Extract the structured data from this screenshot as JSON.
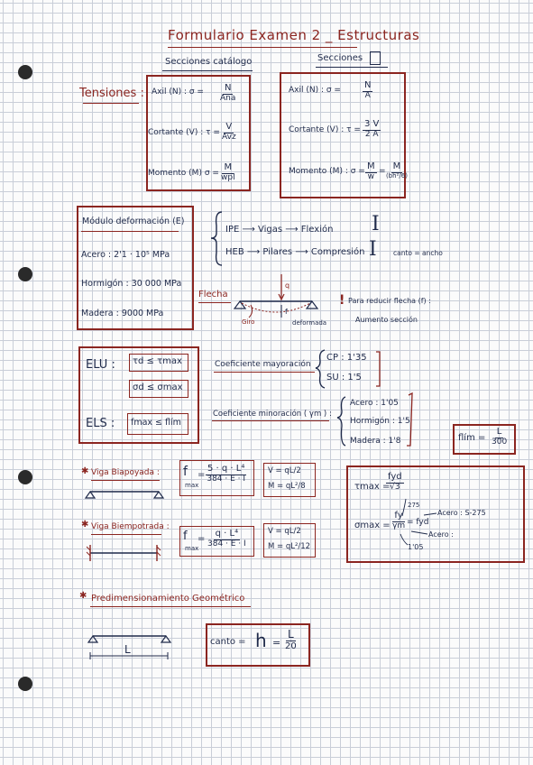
{
  "header": {
    "title": "Formulario Examen 2 _ Estructuras",
    "sub_left": "Secciones catálogo",
    "sub_right": "Secciones"
  },
  "tensiones": {
    "label": "Tensiones :",
    "catalog": {
      "axil": "Axil (N) : σ =",
      "axil_num": "N",
      "axil_den": "Ana",
      "cortante": "Cortante (V) : τ =",
      "cortante_num": "V",
      "cortante_den": "Avz",
      "momento": "Momento (M) σ =",
      "momento_num": "M",
      "momento_den": "wpl"
    },
    "rect": {
      "axil": "Axil (N) : σ =",
      "axil_num": "N",
      "axil_den": "A",
      "cortante": "Cortante (V) : τ =",
      "cortante_num": "3 V",
      "cortante_den": "2 A",
      "momento": "Momento (M) : σ =",
      "momento_num": "M",
      "momento_den": "w",
      "momento_eq": "=",
      "momento_num2": "M",
      "momento_den2": "(bh²/6)"
    }
  },
  "modulo": {
    "title": "Módulo deformación (E)",
    "acero": "Acero : 2'1 · 10⁵ MPa",
    "hormigon": "Hormigón : 30 000 MPa",
    "madera": "Madera : 9000 MPa"
  },
  "perfiles": {
    "ipe": "IPE ⟶ Vigas ⟶ Flexión",
    "heb": "HEB ⟶ Pilares ⟶ Compresión",
    "canto": "canto = ancho",
    "ipe_glyph": "I",
    "heb_glyph": "I"
  },
  "flecha": {
    "title": "Flecha",
    "q": "q",
    "giro": "Giro",
    "deformada": "deformada",
    "f": "f",
    "note1": "Para reducir flecha (f) :",
    "note2": "Aumento sección",
    "bang": "!"
  },
  "elu": {
    "elu_label": "ELU :",
    "elu_f1": "τd ≤ τmax",
    "elu_f2": "σd ≤ σmax",
    "els_label": "ELS :",
    "els_f": "fmax ≤ flím",
    "coef_may": "Coeficiente mayoración",
    "cp": "CP : 1'35",
    "su": "SU : 1'5",
    "coef_min": "Coeficiente minoración ( γm ) :",
    "acero": "Acero : 1'05",
    "hormigon": "Hormigón : 1'5",
    "madera": "Madera : 1'8",
    "flim_lhs": "flím =",
    "flim_num": "L",
    "flim_den": "300"
  },
  "vigas": {
    "biapoyada": "Viga Biapoyada :",
    "bia_f": "f",
    "bia_fsub": "max",
    "bia_num": "5 · q · L⁴",
    "bia_den": "384 · E · I",
    "bia_v": "V = qL/2",
    "bia_m": "M = qL²/8",
    "biempotrada": "Viga Biempotrada :",
    "bie_f": "f",
    "bie_fsub": "max",
    "bie_num": "q · L⁴",
    "bie_den": "384 · E · I",
    "bie_v": "V = qL/2",
    "bie_m": "M = qL²/12",
    "tau_lhs": "τmax =",
    "tau_num": "fyd",
    "tau_den": "√3",
    "sigma_lhs": "σmax =",
    "sigma_num": "fy",
    "sigma_den": "γm",
    "sigma_eq": "= fyd",
    "v275": "275",
    "acero1": "Acero : S-275",
    "acero2": "Acero :",
    "v105": "1'05"
  },
  "predim": {
    "title": "Predimensionamiento Geométrico",
    "L": "L",
    "canto": "canto =",
    "h": "h",
    "eq": "=",
    "num": "L",
    "den": "20"
  }
}
